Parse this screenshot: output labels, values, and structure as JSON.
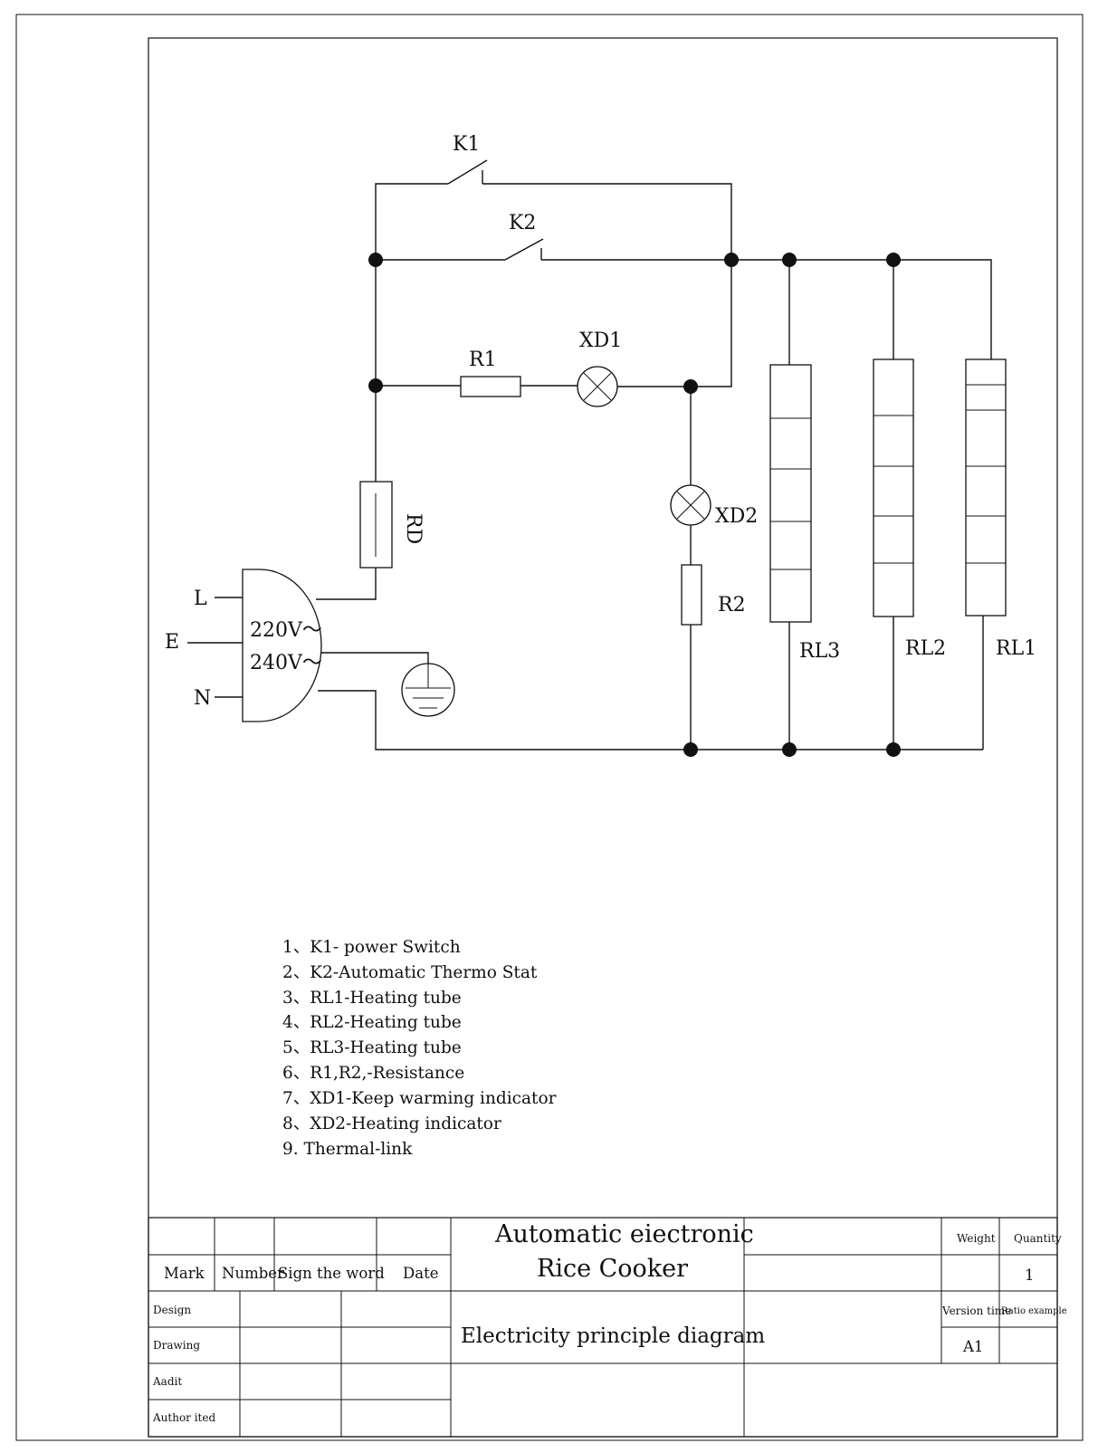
{
  "components": {
    "k1": "K1",
    "k2": "K2",
    "r1": "R1",
    "xd1": "XD1",
    "rd": "RD",
    "xd2": "XD2",
    "r2": "R2",
    "rl3": "RL3",
    "rl2": "RL2",
    "rl1": "RL1",
    "terminal_l": "L",
    "terminal_e": "E",
    "terminal_n": "N",
    "voltage_1": "220V～",
    "voltage_2": "240V～"
  },
  "legend": [
    "1、K1- power Switch",
    "2、K2-Automatic Thermo Stat",
    "3、RL1-Heating tube",
    "4、RL2-Heating tube",
    "5、RL3-Heating tube",
    "6、R1,R2,-Resistance",
    "7、XD1-Keep warming indicator",
    "8、XD2-Heating indicator",
    "9. Thermal-link"
  ],
  "title_block": {
    "header_mark": "Mark",
    "header_number": "Number",
    "header_sign": "Sign the word",
    "header_date": "Date",
    "title_line1": "Automatic eiectronic",
    "title_line2": "Rice  Cooker",
    "subtitle": "Electricity principle diagram",
    "weight_label": "Weight",
    "quantity_label": "Quantity",
    "quantity_value": "1",
    "version_label": "Version time",
    "ratio_label": "Ratio example",
    "version_value": "A1",
    "row_design": "Design",
    "row_drawing": "Drawing",
    "row_aadit": "Aadit",
    "row_author": "Author ited"
  }
}
